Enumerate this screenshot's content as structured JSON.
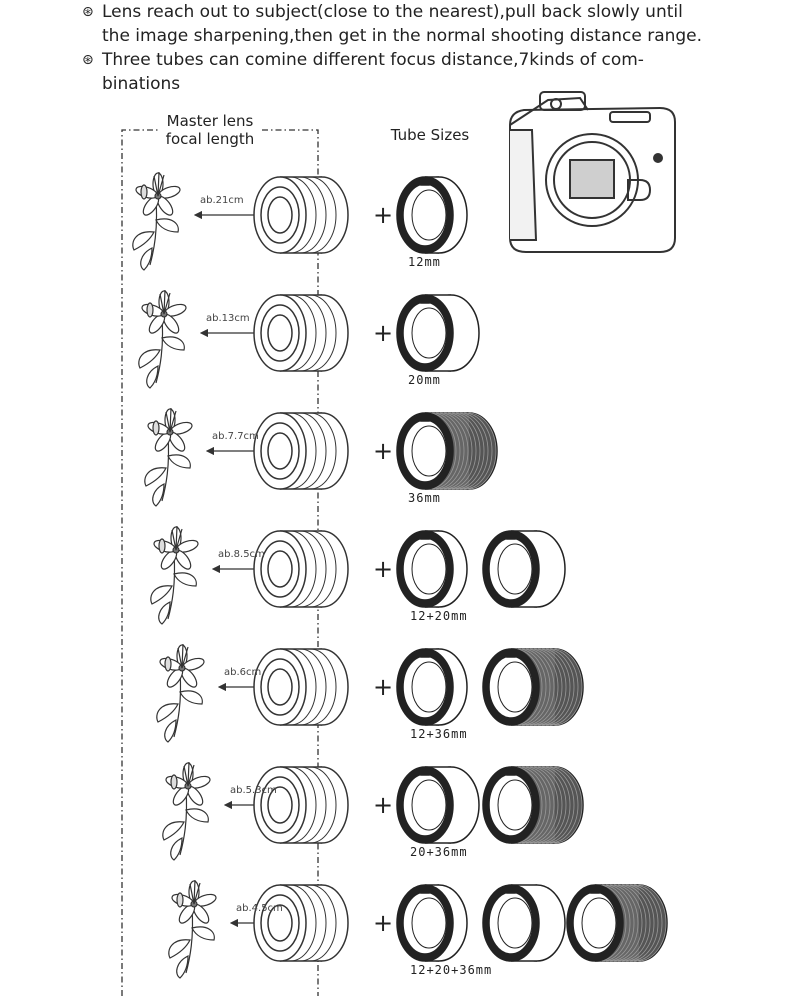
{
  "bullets": [
    {
      "icon": "bullet-icon",
      "lines": [
        "Lens reach out to subject(close to the nearest),pull back slowly until",
        "the image sharpening,then get in the normal shooting distance range."
      ]
    },
    {
      "icon": "bullet-icon",
      "lines": [
        "Three tubes can comine different focus distance,7kinds of com-",
        "binations"
      ]
    }
  ],
  "headers": {
    "master_lens": [
      "Master lens",
      "focal length"
    ],
    "tube_sizes": "Tube Sizes"
  },
  "rows": [
    {
      "distance": "ab.21cm",
      "tube_label": "12mm"
    },
    {
      "distance": "ab.13cm",
      "tube_label": "20mm"
    },
    {
      "distance": "ab.7.7cm",
      "tube_label": "36mm"
    },
    {
      "distance": "ab.8.5cm",
      "tube_label": "12+20mm"
    },
    {
      "distance": "ab.6cm",
      "tube_label": "12+36mm"
    },
    {
      "distance": "ab.5.3cm",
      "tube_label": "20+36mm"
    },
    {
      "distance": "ab.4.5cm",
      "tube_label": "12+20+36mm"
    }
  ],
  "plus_sign": "+"
}
